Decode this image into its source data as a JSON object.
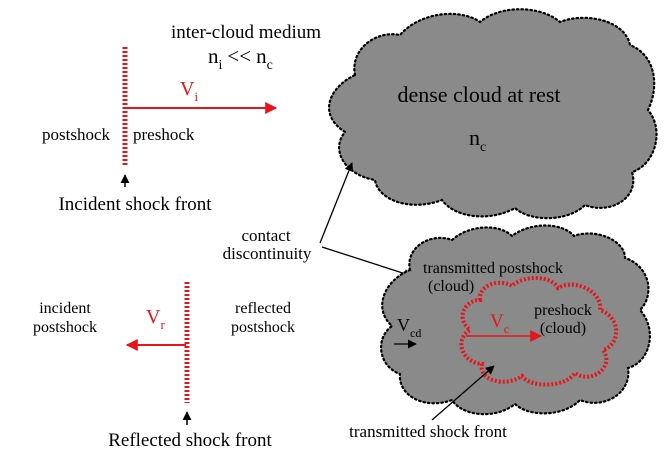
{
  "colors": {
    "shock": "#e8141a",
    "cloud": "#8a8a8a",
    "text": "#000000"
  },
  "top": {
    "medium_title": "inter-cloud medium",
    "density_relation": {
      "left": "n",
      "left_sub": "i",
      "op": "<<",
      "right": "n",
      "right_sub": "c"
    },
    "incident_velocity": {
      "symbol": "V",
      "sub": "i"
    },
    "postshock_label": "postshock",
    "preshock_label": "preshock",
    "incident_caption": "Incident shock front"
  },
  "dense_cloud": {
    "title": "dense cloud at rest",
    "density": {
      "symbol": "n",
      "sub": "c"
    }
  },
  "contact": {
    "line1": "contact",
    "line2": "discontinuity"
  },
  "bottom_left": {
    "incident_postshock": [
      "incident",
      "postshock"
    ],
    "reflected_postshock": [
      "reflected",
      "postshock"
    ],
    "reflected_velocity": {
      "symbol": "V",
      "sub": "r"
    },
    "reflected_caption": "Reflected shock front"
  },
  "transmitted_cloud": {
    "postshock": [
      "transmitted postshock",
      "(cloud)"
    ],
    "preshock": [
      "preshock",
      "(cloud)"
    ],
    "cloud_velocity": {
      "symbol": "V",
      "sub": "c"
    },
    "contact_velocity": {
      "symbol": "V",
      "sub": "cd"
    },
    "caption": "transmitted shock front"
  }
}
